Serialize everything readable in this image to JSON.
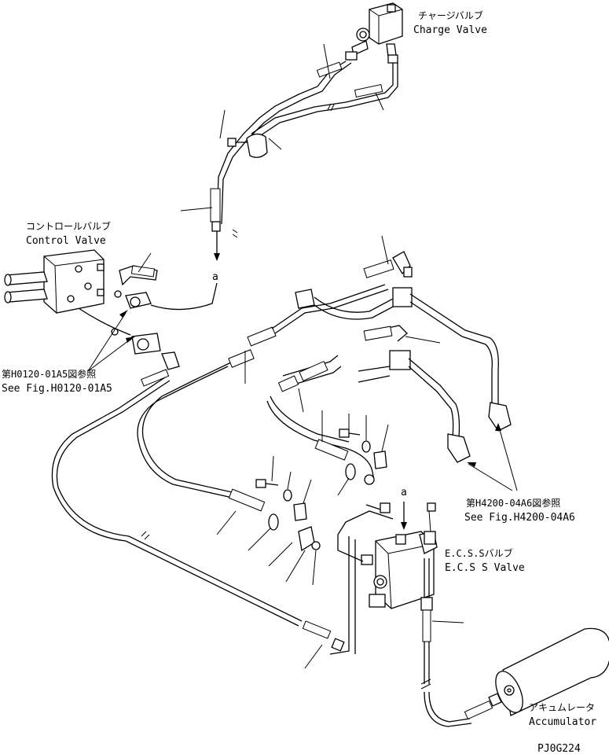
{
  "labels": {
    "charge_valve_jp": "チャージバルブ",
    "charge_valve_en": "Charge Valve",
    "control_valve_jp": "コントロールバルブ",
    "control_valve_en": "Control Valve",
    "ref_h0120_jp": "第H0120-01A5図参照",
    "ref_h0120_en": "See Fig.H0120-01A5",
    "ref_h4200_jp": "第H4200-04A6図参照",
    "ref_h4200_en": "See Fig.H4200-04A6",
    "ecss_valve_jp": "E.C.S.Sバルブ",
    "ecss_valve_en": "E.C.S S Valve",
    "accumulator_jp": "アキュムレータ",
    "accumulator_en": "Accumulator",
    "marker_a_top": "a",
    "marker_a_bottom": "a",
    "drawing_code": "PJ0G224"
  },
  "icons": [
    "charge-valve",
    "control-valve",
    "ecss-valve",
    "accumulator",
    "hose",
    "bolt",
    "washer",
    "flange",
    "o-ring",
    "elbow-fitting"
  ]
}
